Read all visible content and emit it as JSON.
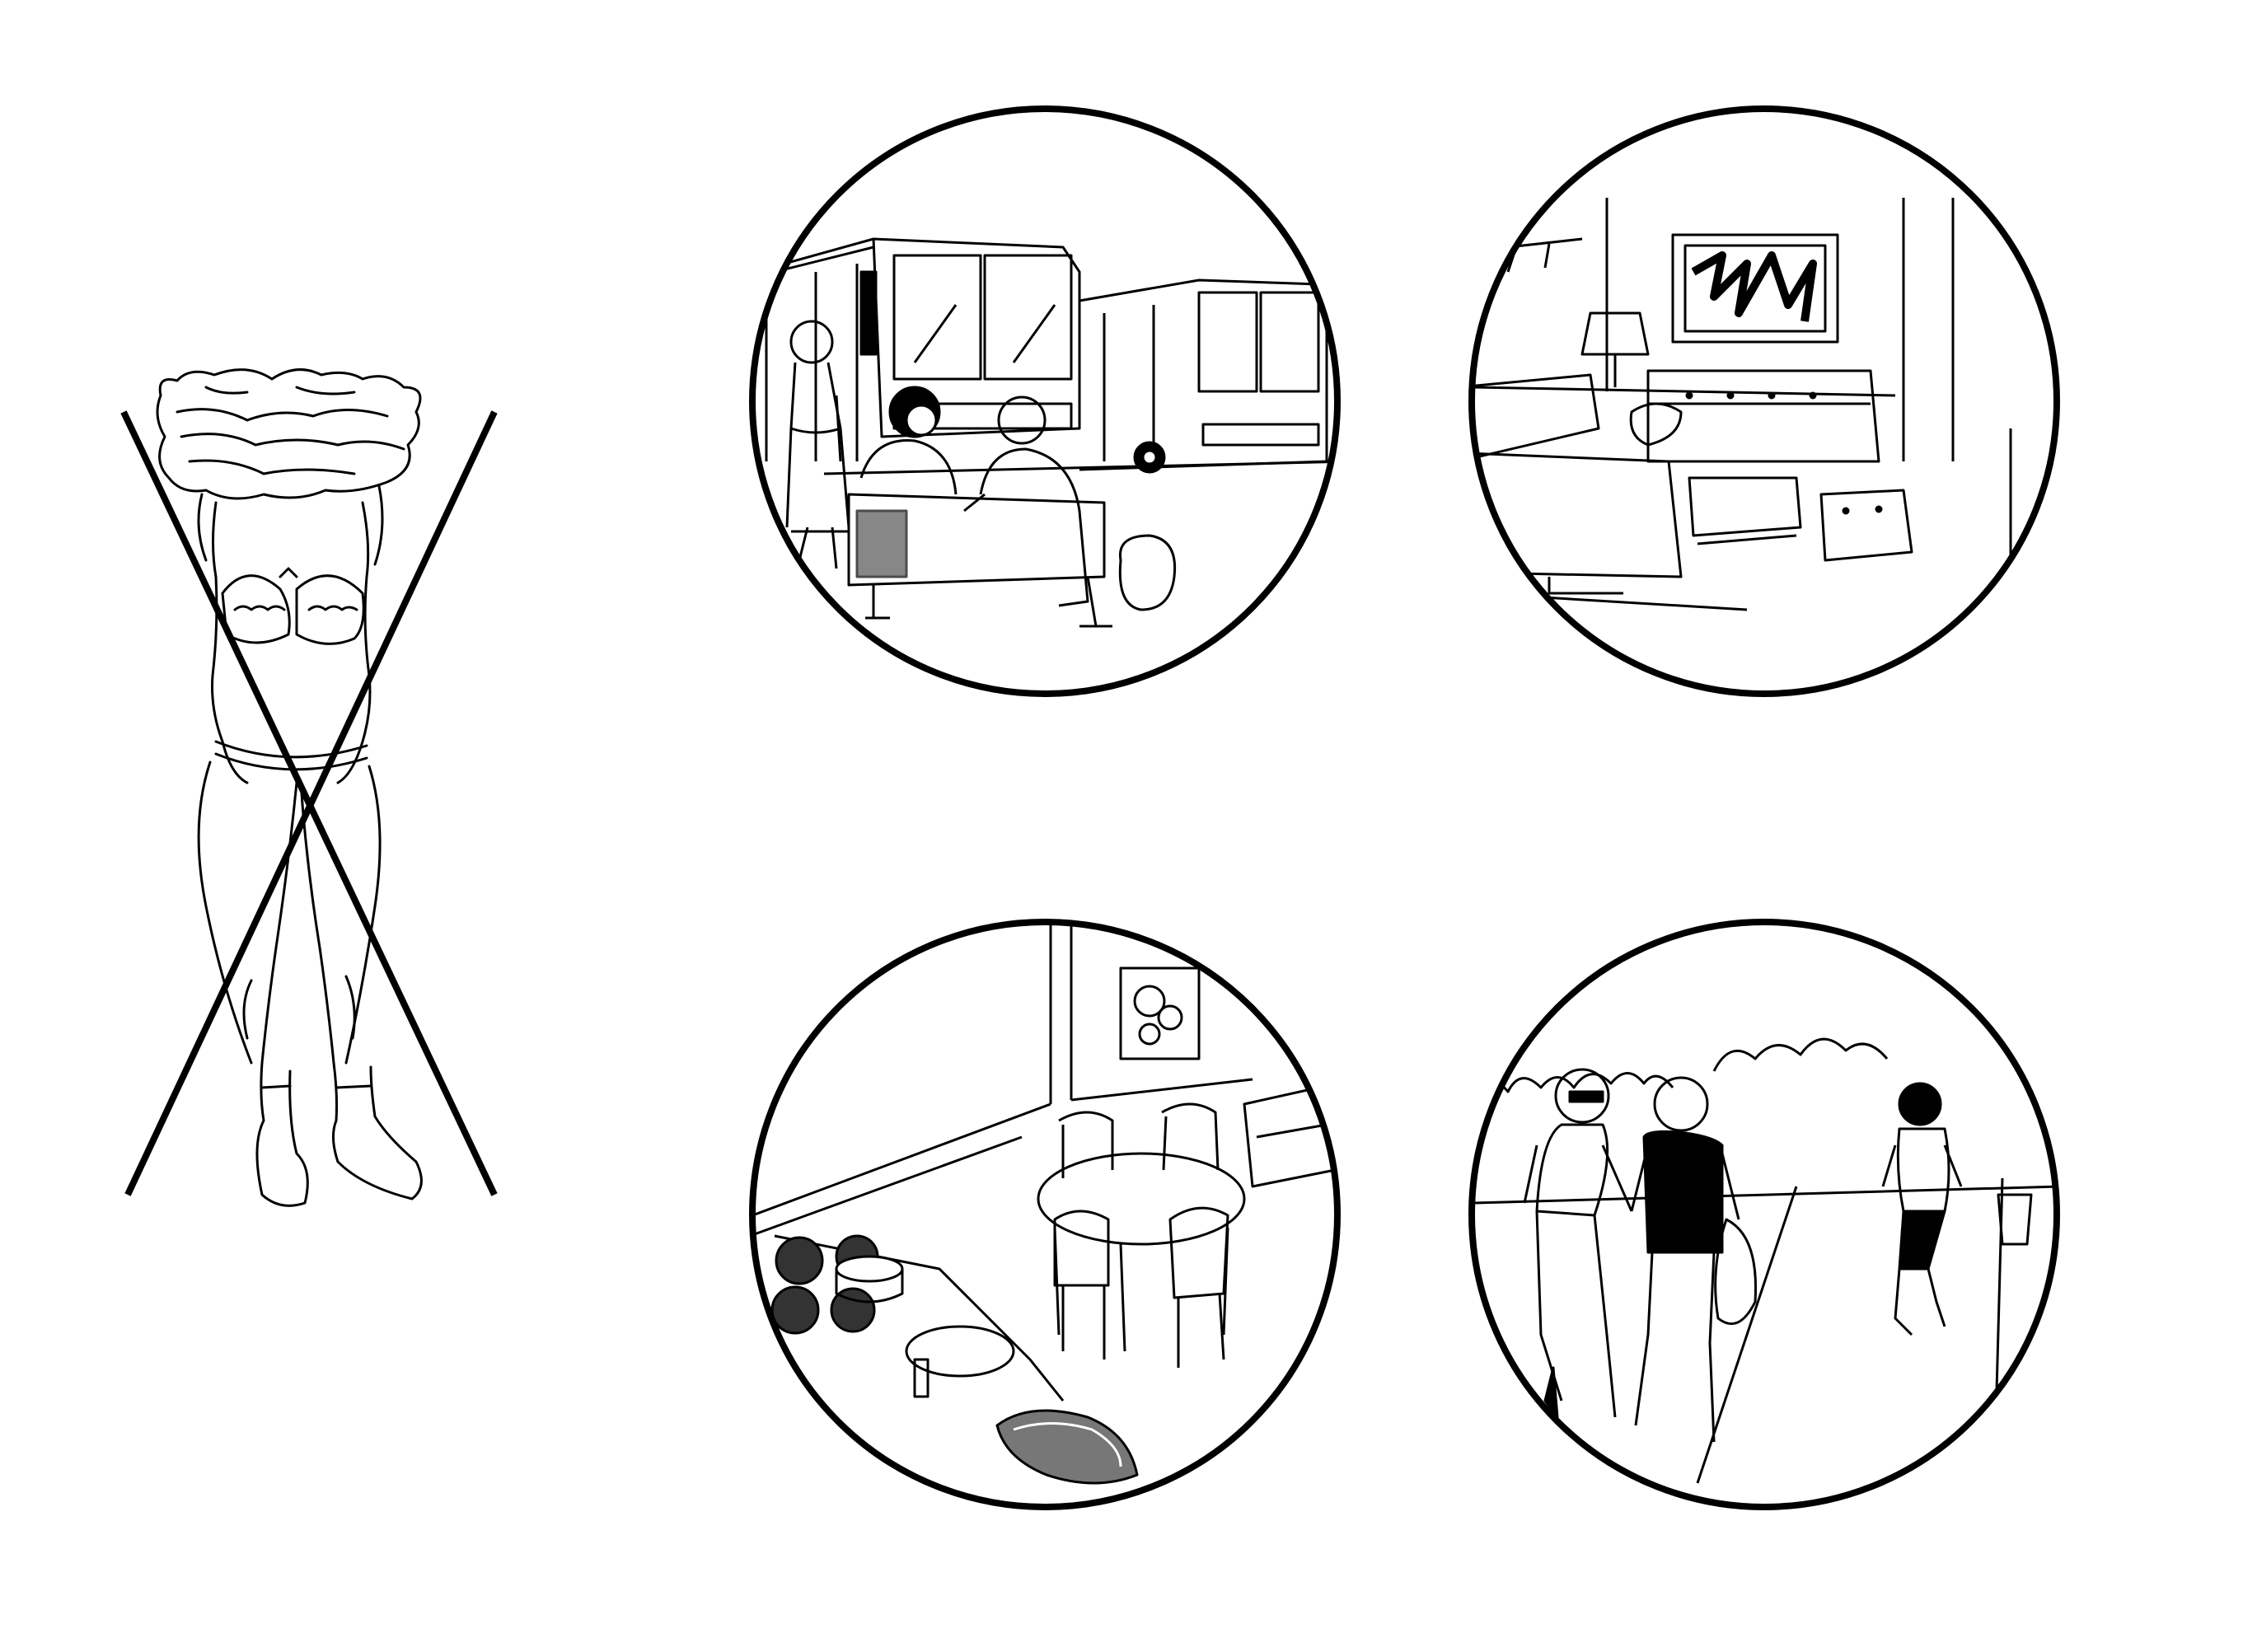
{
  "figure": {
    "type": "illustration",
    "style": "black-line-drawing",
    "colors": {
      "ink": "#000000",
      "paper": "#ffffff",
      "grey": "#6a6a6a"
    },
    "crossed_out_figure": {
      "icon": "crossed-out-undressing-person"
    },
    "scenes": [
      {
        "icon": "bus-stop-scene"
      },
      {
        "icon": "living-room-scene"
      },
      {
        "icon": "kitchen-scene"
      },
      {
        "icon": "park-walk-scene"
      }
    ]
  }
}
